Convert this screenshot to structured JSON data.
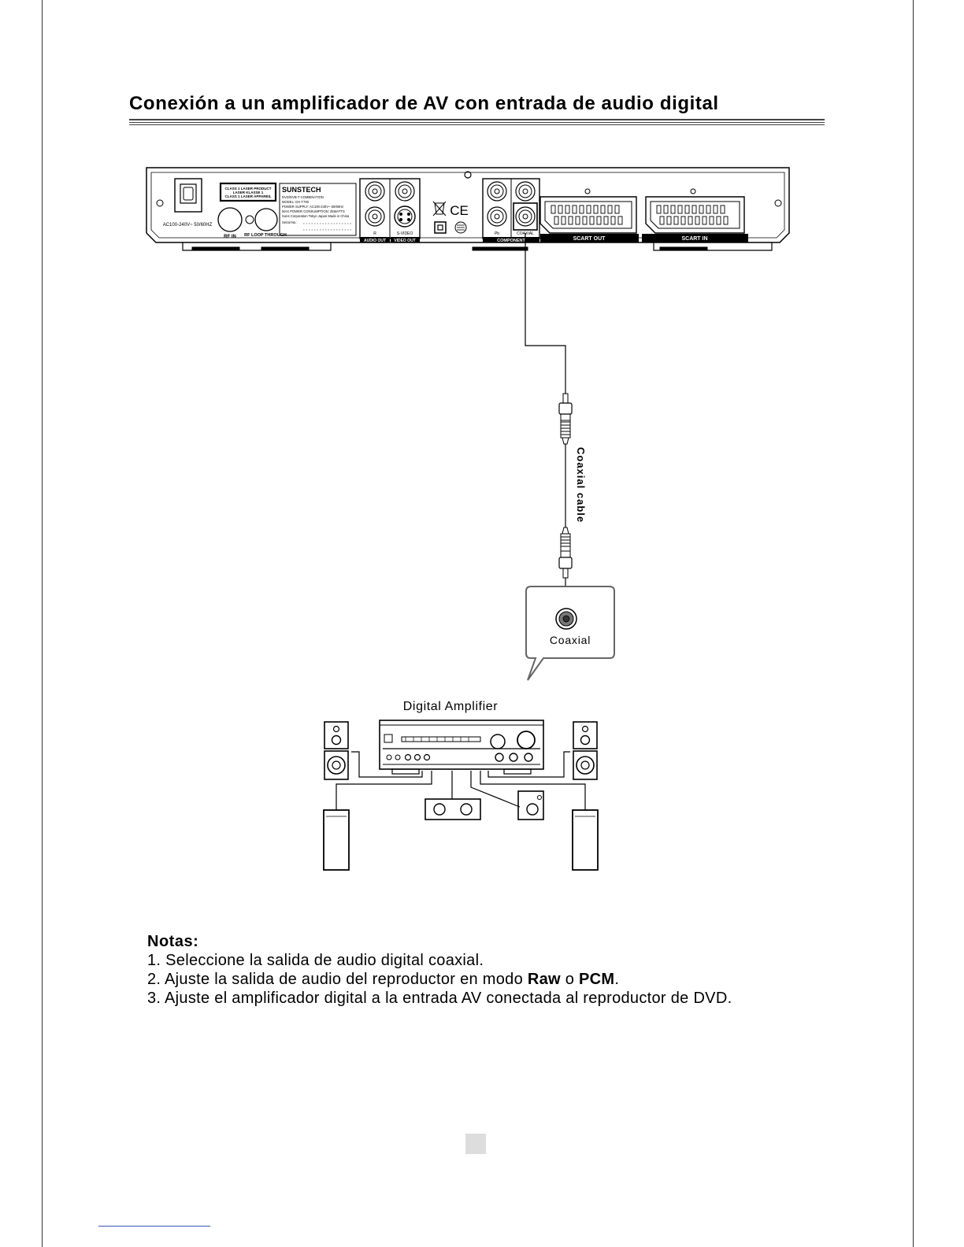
{
  "title": "Conexión a un amplificador de AV con entrada de audio digital",
  "player": {
    "power_label": "AC100-240V~ 50/60HZ",
    "rf_in": "RF IN",
    "rf_loop": "RF LOOP THROUGH",
    "laser_label": [
      "CLASS 1 LASER PRODUCT",
      "LASER KLASSE 1",
      "CLASS 1 LASER APPAREIL"
    ],
    "brand": "SUNSTECH",
    "rating_lines": [
      "DVD/DVB-T COMBINATION",
      "MODEL: DX-T700",
      "POWER SUPPLY: AC100-240V~ 50/60Hz",
      "MAX POWER CONSUMPTION: 25WATTS",
      "Suns Corporation Tokyo Japan     Made in China",
      "Serial No.:"
    ],
    "audio_out": "AUDIO OUT",
    "video_out": "VIDEO OUT",
    "svideo": "S-VIDEO",
    "r_label": "R",
    "pb_label": "Pb",
    "coaxial_label": "COAXIAL",
    "component": "COMPONENT",
    "scart_out": "SCART OUT",
    "scart_in": "SCART IN"
  },
  "cable_label": "Coaxial cable",
  "callout_label": "Coaxial",
  "amp_label": "Digital Amplifier",
  "notes": {
    "title": "Notas:",
    "line1": "1. Seleccione la salida de audio digital coaxial.",
    "line2_pre": "2. Ajuste la salida de audio del reproductor en modo ",
    "line2_raw": "Raw",
    "line2_mid": " o ",
    "line2_pcm": "PCM",
    "line2_end": ".",
    "line3": "3. Ajuste el amplificador digital a la entrada AV conectada al reproductor de DVD."
  }
}
